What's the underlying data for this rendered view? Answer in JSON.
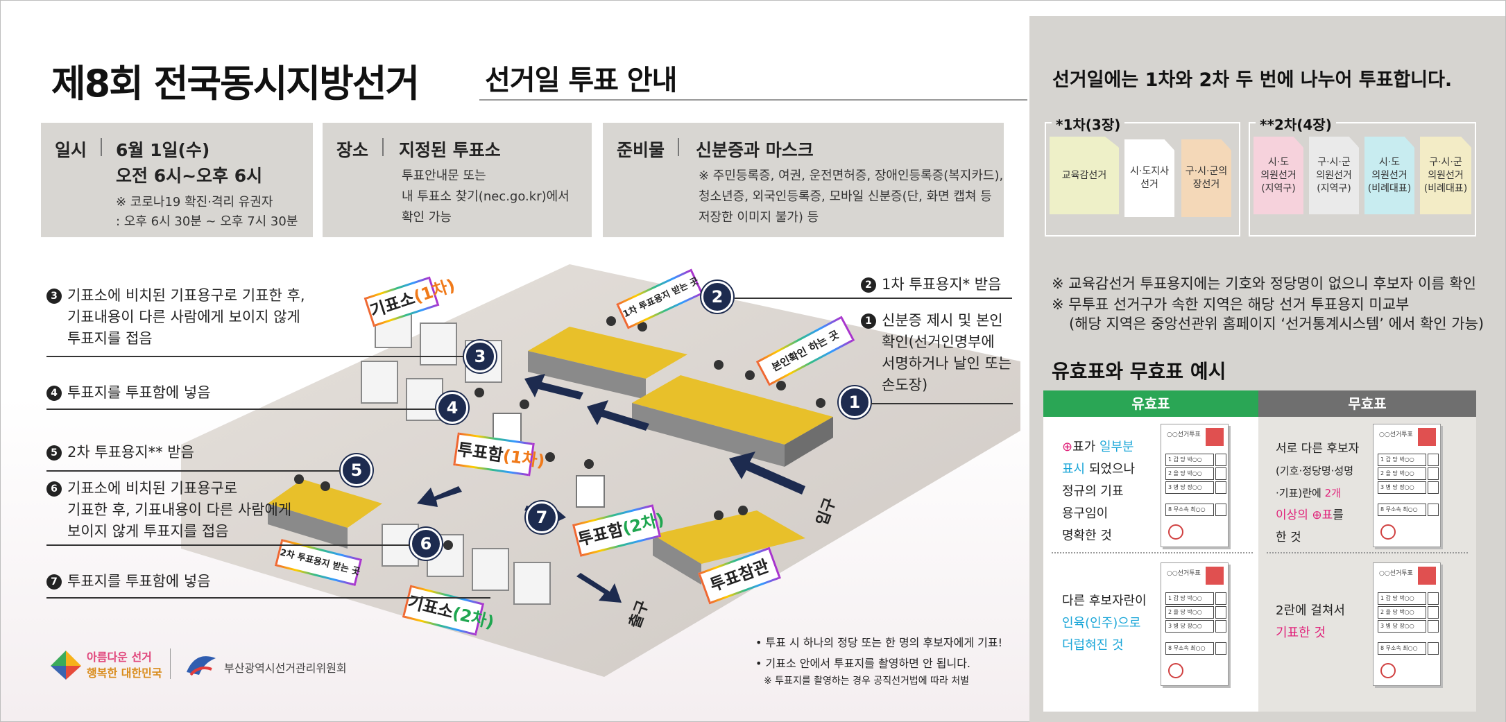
{
  "header": {
    "title": "제8회 전국동시지방선거",
    "subtitle": "선거일 투표 안내"
  },
  "info": {
    "datetime": {
      "label": "일시",
      "date": "6월 1일(수)",
      "time": "오전 6시~오후 6시",
      "covid_line1": "※ 코로나19 확진·격리 유권자",
      "covid_line2": ": 오후 6시 30분 ~ 오후 7시 30분"
    },
    "place": {
      "label": "장소",
      "title": "지정된 투표소",
      "line1": "투표안내문 또는",
      "line2": "내 투표소 찾기(nec.go.kr)에서",
      "line3": "확인 가능"
    },
    "items": {
      "label": "준비물",
      "title": "신분증과 마스크",
      "line1": "※ 주민등록증, 여권, 운전면허증, 장애인등록증(복지카드),",
      "line2": "청소년증, 외국인등록증, 모바일 신분증(단, 화면 캡쳐 등",
      "line3": "저장한 이미지 불가) 등"
    }
  },
  "steps": {
    "s1_num": "1",
    "s1_l1": "신분증 제시 및 본인",
    "s1_l2": "확인(선거인명부에",
    "s1_l3": "서명하거나 날인 또는",
    "s1_l4": "손도장)",
    "s2_num": "2",
    "s2": "1차 투표용지* 받음",
    "s3_num": "3",
    "s3_l1": "기표소에 비치된 기표용구로 기표한 후,",
    "s3_l2": "기표내용이 다른 사람에게 보이지 않게",
    "s3_l3": "투표지를 접음",
    "s4_num": "4",
    "s4": "투표지를 투표함에 넣음",
    "s5_num": "5",
    "s5": "2차 투표용지** 받음",
    "s6_num": "6",
    "s6_l1": "기표소에 비치된 기표용구로",
    "s6_l2": "기표한 후, 기표내용이 다른 사람에게",
    "s6_l3": "보이지 않게 투표지를 접음",
    "s7_num": "7",
    "s7": "투표지를 투표함에 넣음"
  },
  "scene": {
    "booth1": "기표소",
    "booth1_tag": "(1차)",
    "box1": "투표함",
    "box1_tag": "(1차)",
    "box2": "투표함",
    "box2_tag": "(2차)",
    "booth2": "기표소",
    "booth2_tag": "(2차)",
    "id_check": "본인확인 하는 곳",
    "ballot1": "1차 투표용지 받는 곳",
    "ballot2": "2차 투표용지 받는 곳",
    "observer": "투표참관",
    "entrance": "입구",
    "exit": "출구",
    "c1": "1",
    "c2": "2",
    "c3": "3",
    "c4": "4",
    "c5": "5",
    "c6": "6",
    "c7": "7"
  },
  "bottom_notes": {
    "n1": "• 투표 시 하나의 정당 또는 한 명의 후보자에게 기표!",
    "n2": "• 기표소 안에서 투표지를 촬영하면 안 됩니다.",
    "n3": "※ 투표지를 촬영하는 경우 공직선거법에 따라 처벌"
  },
  "logos": {
    "slogan1": "아름다운 선거",
    "slogan2": "행복한 대한민국",
    "org": "부산광역시선거관리위원회"
  },
  "right": {
    "heading": "선거일에는 1차와 2차 두 번에 나누어 투표합니다.",
    "group1_label": "*1차(3장)",
    "group2_label": "**2차(4장)",
    "b1": "교육감선거",
    "b2_l1": "시·도지사",
    "b2_l2": "선거",
    "b3_l1": "구·시·군의",
    "b3_l2": "장선거",
    "b4_l1": "시·도",
    "b4_l2": "의원선거",
    "b4_l3": "(지역구)",
    "b5_l1": "구·시·군",
    "b5_l2": "의원선거",
    "b5_l3": "(지역구)",
    "b6_l1": "시·도",
    "b6_l2": "의원선거",
    "b6_l3": "(비례대표)",
    "b7_l1": "구·시·군",
    "b7_l2": "의원선거",
    "b7_l3": "(비례대표)",
    "note1": "※ 교육감선거 투표용지에는 기호와 정당명이 없으니 후보자 이름 확인",
    "note2": "※ 무투표 선거구가 속한 지역은 해당 선거 투표용지 미교부",
    "note3": "(해당 지역은 중앙선관위 홈페이지 ‘선거통계시스템’ 에서 확인 가능)",
    "valid_heading": "유효표와 무효표 예시",
    "valid": "유효표",
    "invalid": "무효표",
    "v1_l1a": "표가 ",
    "v1_l1b": "일부분",
    "v1_l2a": "표시",
    "v1_l2b": " 되었으나",
    "v1_l3": "정규의 기표",
    "v1_l4": "용구임이",
    "v1_l5": "명확한 것",
    "v2_l1": "다른 후보자란이",
    "v2_l2": "인육(인주)으로",
    "v2_l3": "더럽혀진 것",
    "i1_l1": "서로 다른 후보자",
    "i1_l2": "(기호·정당명·성명",
    "i1_l3a": "·기표)란에 ",
    "i1_l3b": "2개",
    "i1_l4a": "이상의 ",
    "i1_l4b": "표",
    "i1_l4c": "를",
    "i1_l5": "한 것",
    "i2_l1": "2란에 걸쳐서",
    "i2_l2": "기표한 것",
    "mini_title": "○○선거투표",
    "mini_r1": "1  갑  당  박○○",
    "mini_r2": "2  을  당  박○○",
    "mini_r3": "3  병  당  장○○",
    "mini_r8": "8  무소속  최○○"
  },
  "colors": {
    "valid_green": "#2aa655",
    "invalid_gray": "#6f6f6f",
    "accent_orange": "#f07a1a",
    "accent_blue": "#1aa6d8",
    "accent_magenta": "#e0227a",
    "circle_navy": "#1d2b4f"
  }
}
